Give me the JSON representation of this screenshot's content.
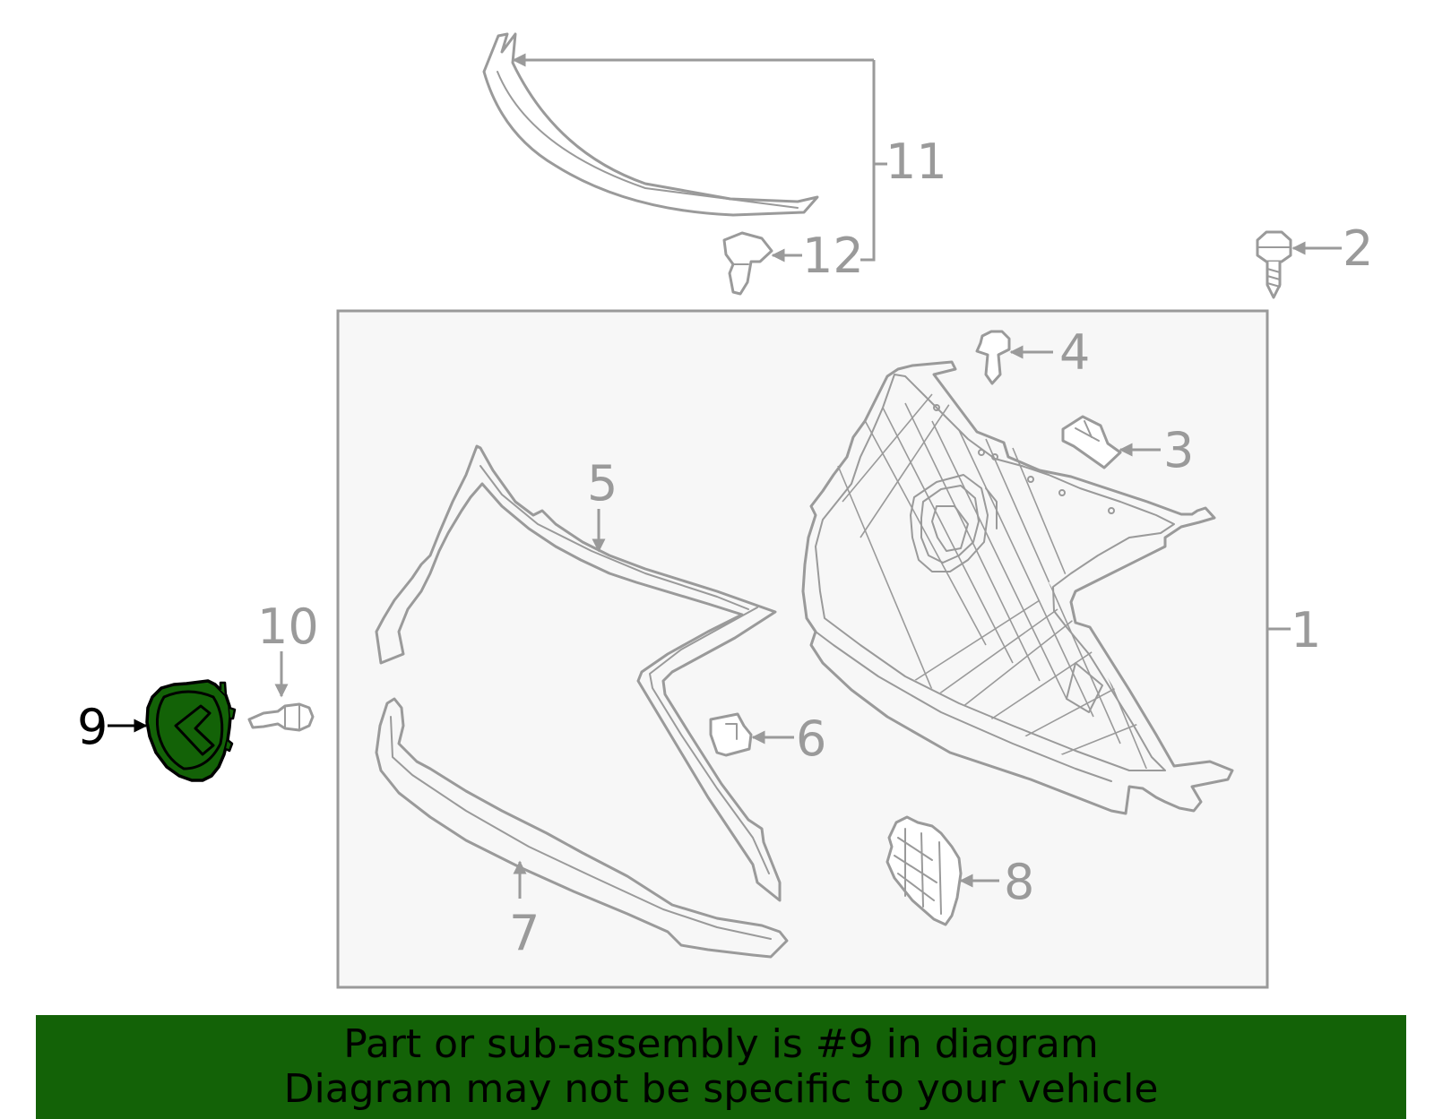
{
  "diagram": {
    "highlight_color": "#136207",
    "callouts": {
      "c1": "1",
      "c2": "2",
      "c3": "3",
      "c4": "4",
      "c5": "5",
      "c6": "6",
      "c7": "7",
      "c8": "8",
      "c9": "9",
      "c10": "10",
      "c11": "11",
      "c12": "12"
    },
    "highlighted_part": "9"
  },
  "banner": {
    "line1": "Part or sub-assembly is #9 in diagram",
    "line2": "Diagram may not be specific to your vehicle"
  }
}
